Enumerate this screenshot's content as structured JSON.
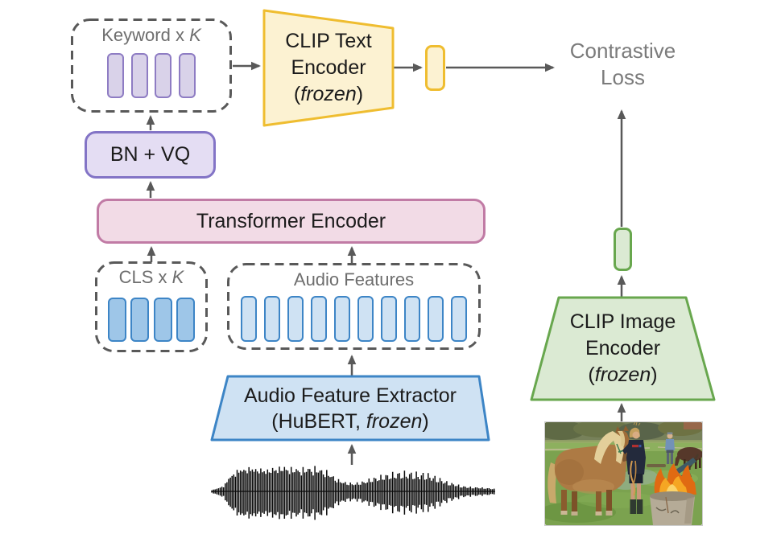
{
  "diagram": {
    "keyword_box": {
      "label_pre": "Keyword x ",
      "label_var": "K",
      "token_count": 4
    },
    "bn_vq": {
      "label": "BN + VQ"
    },
    "transformer": {
      "label": "Transformer Encoder"
    },
    "cls_box": {
      "label_pre": "CLS x ",
      "label_var": "K",
      "token_count": 4
    },
    "audio_features_box": {
      "label": "Audio Features",
      "token_count": 10
    },
    "clip_text_encoder": {
      "line1": "CLIP Text",
      "line2": "Encoder",
      "note_pre": "(",
      "note_italic": "frozen",
      "note_post": ")"
    },
    "audio_extractor": {
      "line1": "Audio Feature Extractor",
      "note_pre": "(HuBERT, ",
      "note_italic": "frozen",
      "note_post": ")"
    },
    "clip_image_encoder": {
      "line1": "CLIP Image",
      "line2": "Encoder",
      "note_pre": "(",
      "note_italic": "frozen",
      "note_post": ")"
    },
    "contrastive_loss": {
      "line1": "Contrastive",
      "line2": "Loss"
    },
    "photo": {
      "alt": "Photograph of a person holding a rope beside a chestnut horse with a blonde mane; a fire burns in a concrete barrel, with another person and a grazing horse in the pasture behind"
    },
    "colors": {
      "purple_fill": "#D9D2E9",
      "purple_border": "#8E7CC3",
      "lavender_fill": "#E4DDF3",
      "lavender_border": "#8374C6",
      "pink_fill": "#F2DBE6",
      "pink_border": "#C17BA5",
      "blue_token_fill": "#9EC6E8",
      "lightblue_fill": "#CFE2F3",
      "blue_border": "#3D85C6",
      "yellow_fill": "#FCF2D2",
      "yellow_border": "#EFBD30",
      "green_fill": "#DBEAD3",
      "green_border": "#68A74E",
      "arrow_gray": "#595959",
      "label_gray": "#6E6E6E",
      "loss_gray": "#7B7B7B"
    },
    "waveform": {
      "envelope": [
        [
          0,
          2
        ],
        [
          7,
          4
        ],
        [
          15,
          8
        ],
        [
          22,
          20
        ],
        [
          32,
          30
        ],
        [
          47,
          33
        ],
        [
          67,
          30
        ],
        [
          87,
          34
        ],
        [
          107,
          31
        ],
        [
          127,
          33
        ],
        [
          142,
          28
        ],
        [
          157,
          16
        ],
        [
          167,
          12
        ],
        [
          177,
          11
        ],
        [
          187,
          13
        ],
        [
          197,
          17
        ],
        [
          207,
          20
        ],
        [
          222,
          24
        ],
        [
          237,
          26
        ],
        [
          252,
          25
        ],
        [
          267,
          24
        ],
        [
          282,
          18
        ],
        [
          292,
          13
        ],
        [
          302,
          10
        ],
        [
          312,
          7
        ],
        [
          322,
          6
        ],
        [
          337,
          5
        ],
        [
          349,
          4
        ],
        [
          352,
          3
        ]
      ]
    }
  }
}
